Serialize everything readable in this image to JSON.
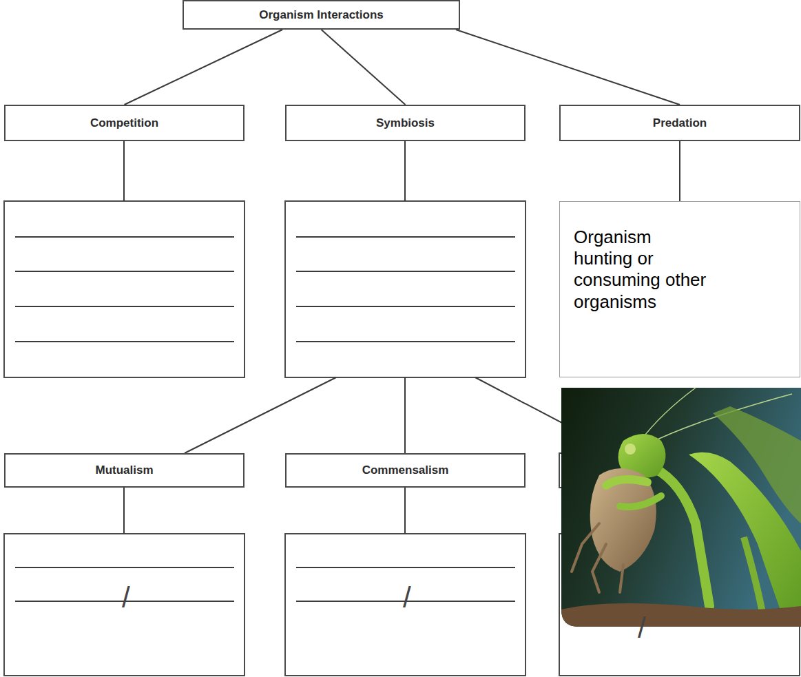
{
  "diagram": {
    "nodes": [
      {
        "text": [
          "Organism Interactions"
        ]
      },
      {
        "text": [
          "Competition"
        ]
      },
      {
        "text": [
          "Symbiosis"
        ]
      },
      {
        "text": [
          "Predation"
        ]
      },
      {
        "text": [
          "Organism hunting or consuming other organisms"
        ]
      },
      {
        "text": [
          "Mutualism"
        ]
      },
      {
        "text": [
          "Commensalism"
        ]
      }
    ],
    "edges": [
      {
        "from": 0,
        "to": 1,
        "arrow": "none"
      },
      {
        "from": 0,
        "to": 2,
        "arrow": "none"
      },
      {
        "from": 0,
        "to": 3,
        "arrow": "none"
      },
      {
        "from": 3,
        "to": 4,
        "arrow": "none"
      }
    ],
    "labels": [
      "/",
      "/",
      "/"
    ]
  }
}
